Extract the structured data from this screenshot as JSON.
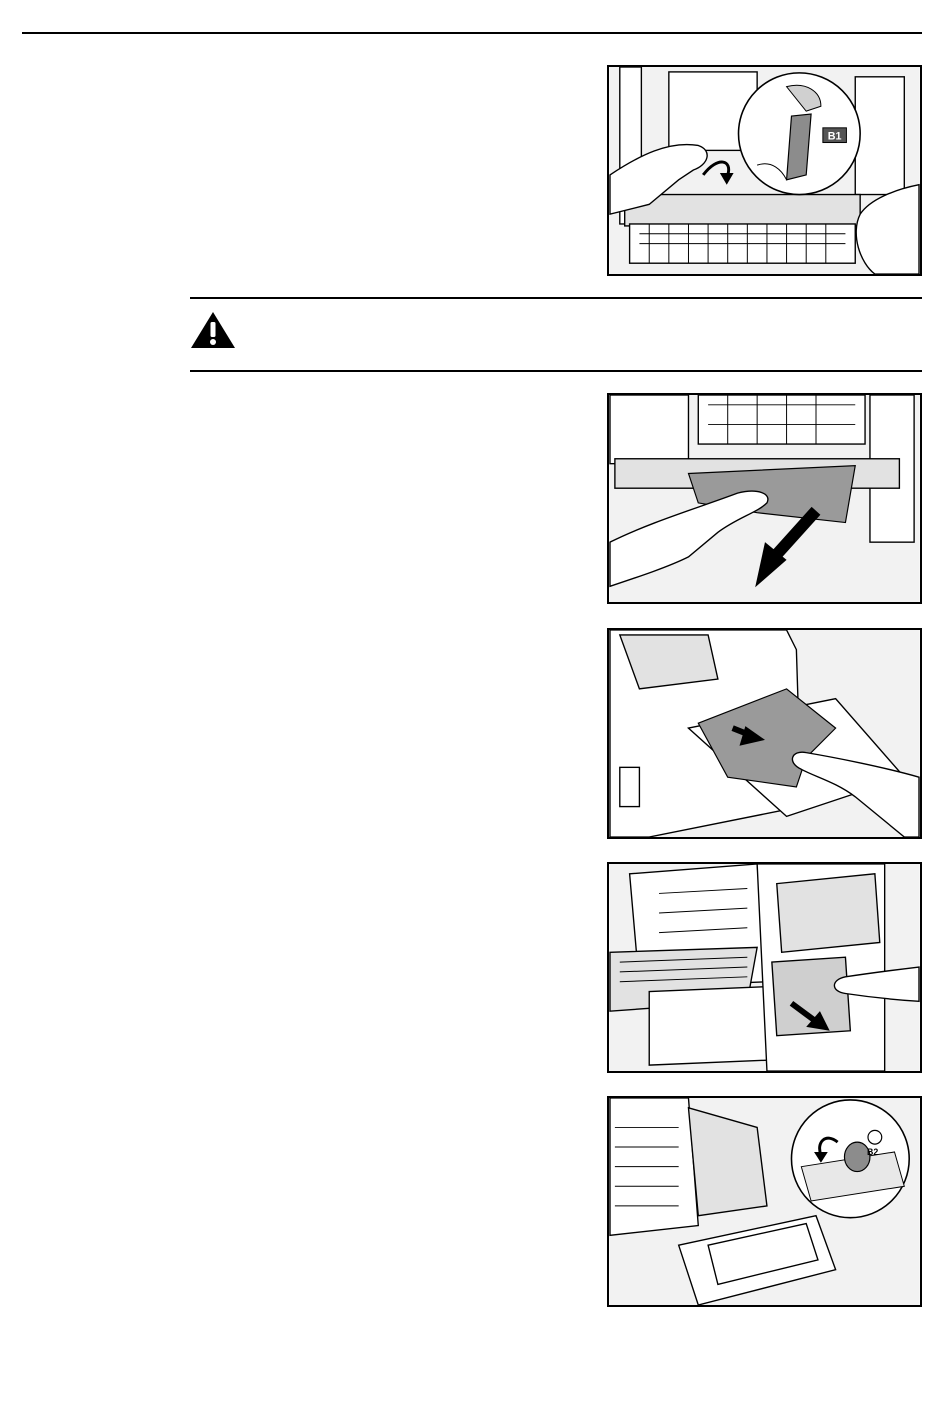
{
  "page": {
    "colors": {
      "ink": "#000000",
      "paper": "#ffffff",
      "sheet": "#9a9a9a",
      "shade": "#d8d8d8"
    },
    "warning": {
      "icon": "warning-triangle-icon"
    },
    "illustrations": [
      {
        "id": "fuser-lever",
        "icon": "fuser-lever-illustration",
        "callout_label": "B1"
      },
      {
        "id": "pull-paper-fuser",
        "icon": "remove-jammed-paper-illustration"
      },
      {
        "id": "bypass-tray",
        "icon": "bypass-tray-paper-illustration"
      },
      {
        "id": "drawer-pull",
        "icon": "open-drawer-illustration"
      },
      {
        "id": "knob-turn",
        "icon": "turn-knob-illustration",
        "callout_label": "B2"
      }
    ]
  }
}
